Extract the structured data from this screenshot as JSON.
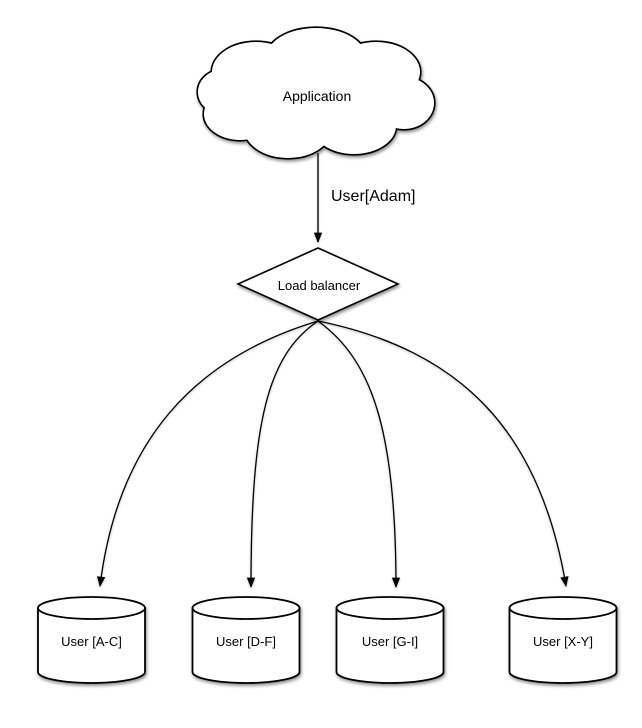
{
  "diagram": {
    "type": "sharding-architecture-diagram",
    "colors": {
      "background": "#ffffff",
      "node_fill": "#ffffff",
      "stroke": "#000000",
      "text": "#000000"
    },
    "nodes": {
      "application": {
        "label": "Application",
        "shape": "cloud"
      },
      "load_balancer": {
        "label": "Load balancer",
        "shape": "diamond"
      },
      "shards": [
        {
          "label": "User [A-C]",
          "shape": "cylinder"
        },
        {
          "label": "User [D-F]",
          "shape": "cylinder"
        },
        {
          "label": "User [G-I]",
          "shape": "cylinder"
        },
        {
          "label": "User [X-Y]",
          "shape": "cylinder"
        }
      ]
    },
    "edges": [
      {
        "from": "application",
        "to": "load_balancer",
        "label": "User[Adam]"
      },
      {
        "from": "load_balancer",
        "to": "shard-0",
        "label": ""
      },
      {
        "from": "load_balancer",
        "to": "shard-1",
        "label": ""
      },
      {
        "from": "load_balancer",
        "to": "shard-2",
        "label": ""
      },
      {
        "from": "load_balancer",
        "to": "shard-3",
        "label": ""
      }
    ]
  }
}
